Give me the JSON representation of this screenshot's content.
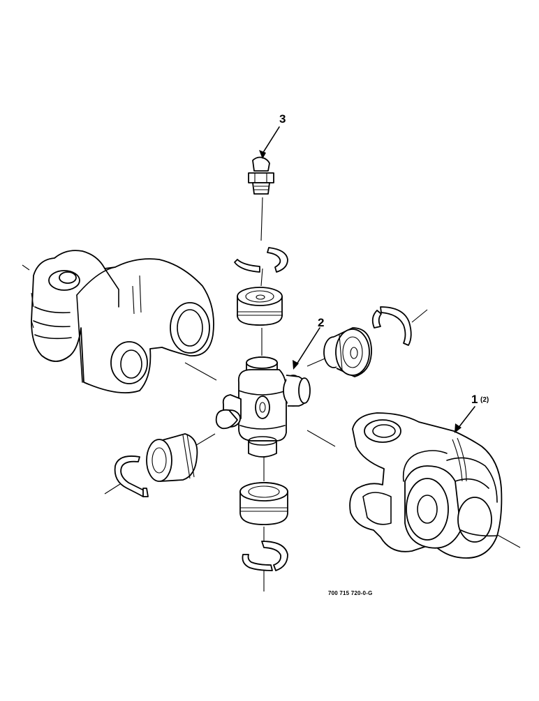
{
  "callouts": {
    "item1": {
      "number": "1",
      "qty": "(2)"
    },
    "item2": {
      "number": "2"
    },
    "item3": {
      "number": "3"
    }
  },
  "figure_ref": "700 715 720-0-G"
}
